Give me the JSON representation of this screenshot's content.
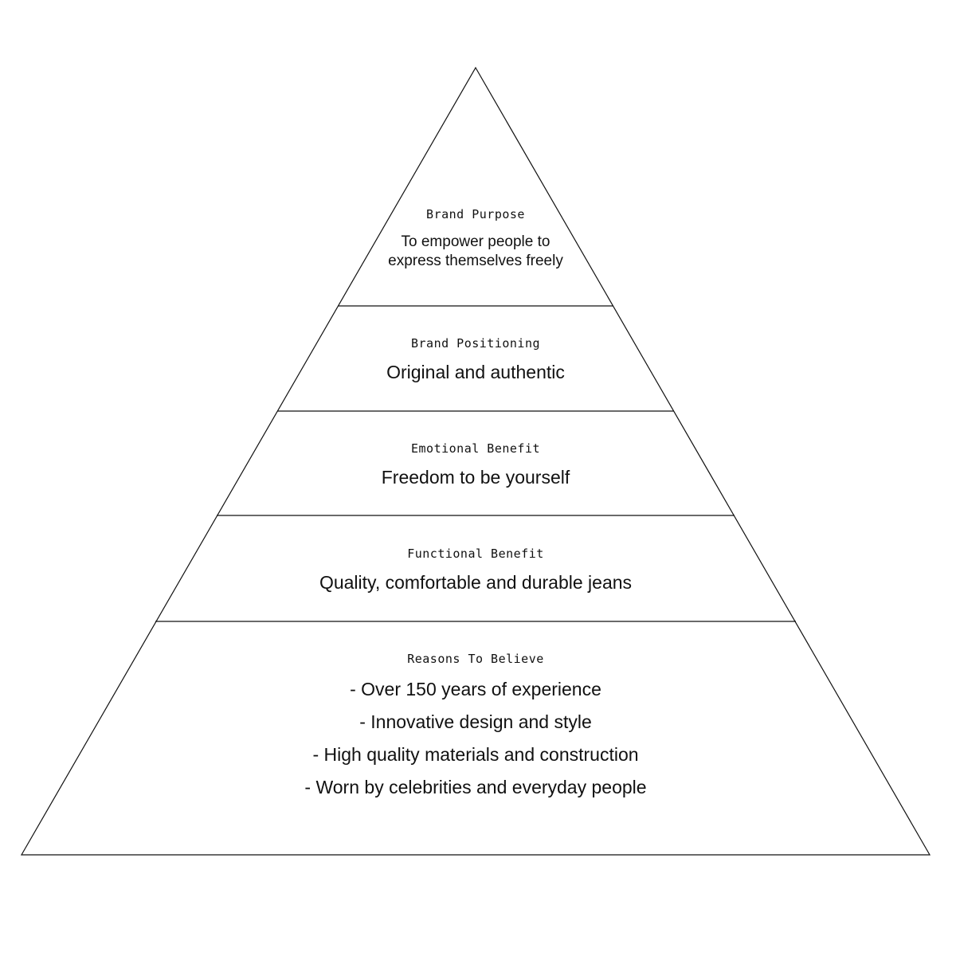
{
  "tiers": {
    "purpose": {
      "heading": "Brand Purpose",
      "lines": [
        "To empower people to",
        "express themselves freely"
      ]
    },
    "positioning": {
      "heading": "Brand Positioning",
      "text": "Original and authentic"
    },
    "emotional": {
      "heading": "Emotional Benefit",
      "text": "Freedom to be yourself"
    },
    "functional": {
      "heading": "Functional Benefit",
      "text": "Quality, comfortable and durable jeans"
    },
    "reasons": {
      "heading": "Reasons To Believe",
      "items": [
        "- Over 150 years of experience",
        "- Innovative design and style",
        "- High quality materials and construction",
        "- Worn by celebrities and everyday people"
      ]
    }
  }
}
